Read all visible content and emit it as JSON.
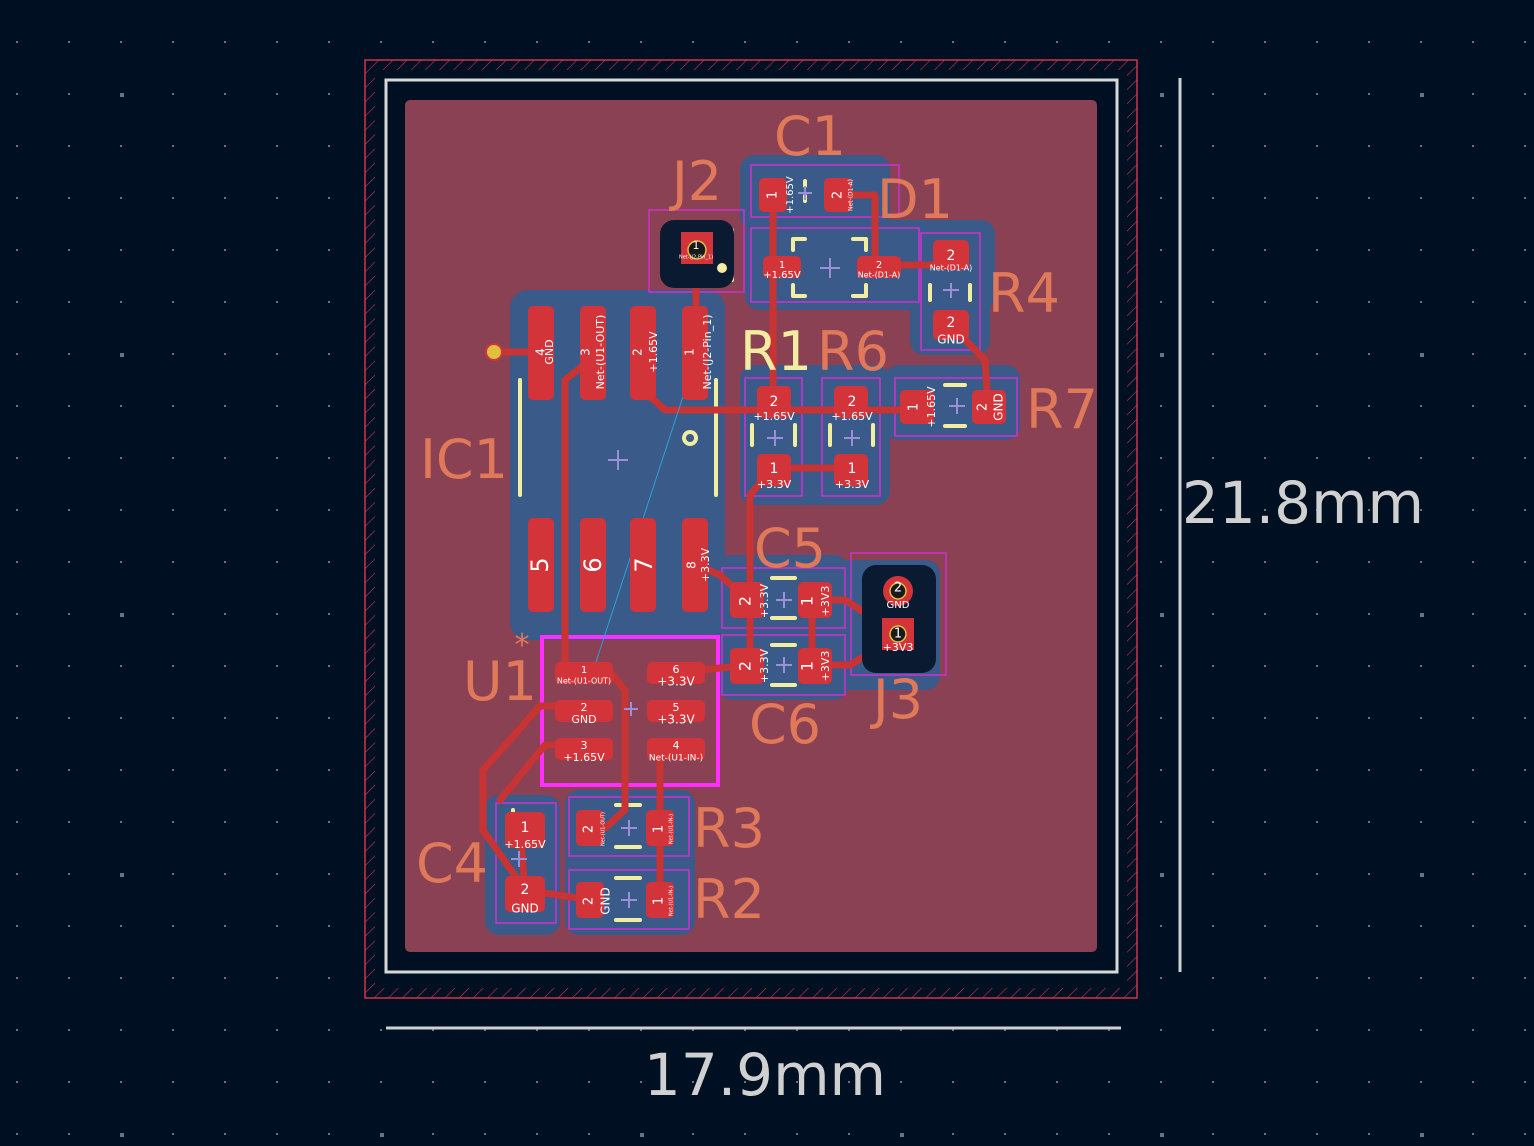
{
  "colors": {
    "background": "#001023",
    "grid_dot": "#7a8490",
    "edge_cuts": "#d0d0d0",
    "courtyard_red": "#d2334a",
    "copper_fill": "#8a4153",
    "copper_back": "#3a5a8a",
    "pad": "#d2343a",
    "track": "#c83333",
    "silk": "#f2eda0",
    "fab": "#e0795a",
    "courtyard": "#e030e0",
    "ratsnest": "#2f9fd8",
    "dimension": "#d0d0d0",
    "via_ring": "#e0c040"
  },
  "dimensions": {
    "width_label": "17.9mm",
    "height_label": "21.8mm"
  },
  "refdes": {
    "C1": "C1",
    "J2": "J2",
    "D1": "D1",
    "R4": "R4",
    "R1": "R1",
    "R6": "R6",
    "R7": "R7",
    "IC1": "IC1",
    "C5": "C5",
    "U1": "U1",
    "J3": "J3",
    "C6": "C6",
    "R3": "R3",
    "C4": "C4",
    "R2": "R2"
  },
  "nets": {
    "p165": "+1.65V",
    "p33": "+3.3V",
    "p3v3": "+3V3",
    "gnd": "GND",
    "d1a": "Net-(D1-A)",
    "u1out": "Net-(U1-OUT)",
    "j2pin1": "Net-(J2-Pin_1)",
    "u1inm": "Net-(U1-IN-)",
    "u1out_short": "Net-(U1-OUT)",
    "u1inm_short": "Net-(U1-IN-)",
    "j2pin1_short": "Net-(J2-Pin_1)"
  },
  "pins": {
    "n1": "1",
    "n2": "2",
    "n3": "3",
    "n4": "4",
    "n5": "5",
    "n6": "6",
    "n7": "7",
    "n8": "8"
  },
  "markers": {
    "pin1_star": "*"
  }
}
